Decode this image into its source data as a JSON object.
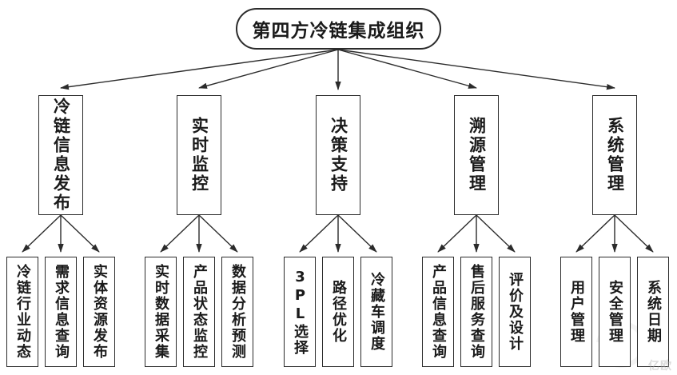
{
  "diagram": {
    "root_label": "第四方冷链集成组织",
    "branches": [
      {
        "label": "冷链信息发布",
        "children": [
          "冷链行业动态",
          "需求信息查询",
          "实体资源发布"
        ]
      },
      {
        "label": "实时监控",
        "children": [
          "实时数据采集",
          "产品状态监控",
          "数据分析预测"
        ]
      },
      {
        "label": "决策支持",
        "children": [
          "3PL选择",
          "路径优化",
          "冷藏车调度"
        ]
      },
      {
        "label": "溯源管理",
        "children": [
          "产品信息查询",
          "售后服务查询",
          "评价及设计"
        ]
      },
      {
        "label": "系统管理",
        "children": [
          "用户管理",
          "安全管理",
          "系统日期"
        ]
      }
    ],
    "watermark": "亿欧",
    "colors": {
      "line": "#2b2b2b",
      "background": "#ffffff",
      "text": "#1a1a1a"
    }
  }
}
